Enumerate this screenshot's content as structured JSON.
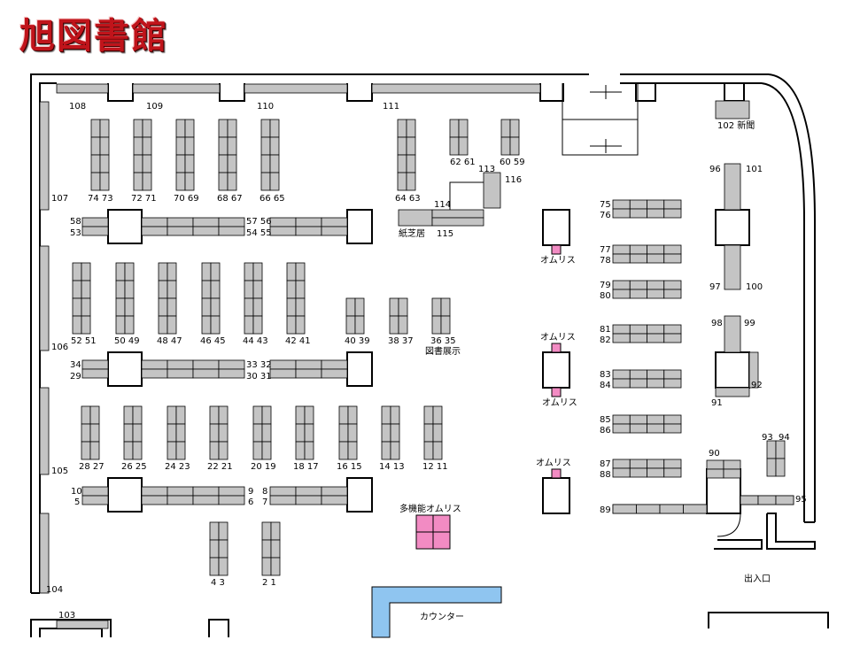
{
  "title": "旭図書館",
  "labels": {
    "n108": "108",
    "n109": "109",
    "n110": "110",
    "n111": "111",
    "n107": "107",
    "n106": "106",
    "n105": "105",
    "n104": "104",
    "n103": "103",
    "n7473": "74 73",
    "n7271": "72 71",
    "n7069": "70 69",
    "n6867": "68 67",
    "n6665": "66 65",
    "n6463": "64 63",
    "n6261": "62 61",
    "n6059": "60 59",
    "n113": "113",
    "n116": "116",
    "n114": "114",
    "n115": "115",
    "kamishibai": "紙芝居",
    "n58": "58",
    "n53": "53",
    "n5756": "57 56",
    "n5455": "54 55",
    "n5251": "52 51",
    "n5049": "50 49",
    "n4847": "48 47",
    "n4645": "46 45",
    "n4443": "44 43",
    "n4241": "42 41",
    "n4039": "40 39",
    "n3837": "38 37",
    "n3635": "36 35",
    "tenji": "図書展示",
    "n34": "34",
    "n29": "29",
    "n3332": "33 32",
    "n3031": "30 31",
    "n2827": "28 27",
    "n2625": "26 25",
    "n2423": "24 23",
    "n2221": "22 21",
    "n2019": "20 19",
    "n1817": "18 17",
    "n1615": "16 15",
    "n1413": "14 13",
    "n1211": "12 11",
    "n10": "10",
    "n5": "5",
    "n9": "9",
    "n6": "6",
    "n8": "8",
    "n7": "7",
    "n43": "4 3",
    "n21": "2 1",
    "tamokuteki": "多機能オムリス",
    "counter": "カウンター",
    "omurisu": "オムリス",
    "n102": "102 新聞",
    "n96": "96",
    "n101": "101",
    "n97": "97",
    "n100": "100",
    "n98": "98",
    "n99": "99",
    "n92": "92",
    "n91": "91",
    "n93": "93",
    "n94": "94",
    "n90": "90",
    "n95": "95",
    "n75": "75",
    "n76": "76",
    "n77": "77",
    "n78": "78",
    "n79": "79",
    "n80": "80",
    "n81": "81",
    "n82": "82",
    "n83": "83",
    "n84": "84",
    "n85": "85",
    "n86": "86",
    "n87": "87",
    "n88": "88",
    "n89": "89",
    "entrance": "出入口"
  },
  "colors": {
    "shelf": "#c4c4c4",
    "pink": "#f28bc3",
    "counter": "#8fc5f0",
    "title": "#c0141b"
  }
}
